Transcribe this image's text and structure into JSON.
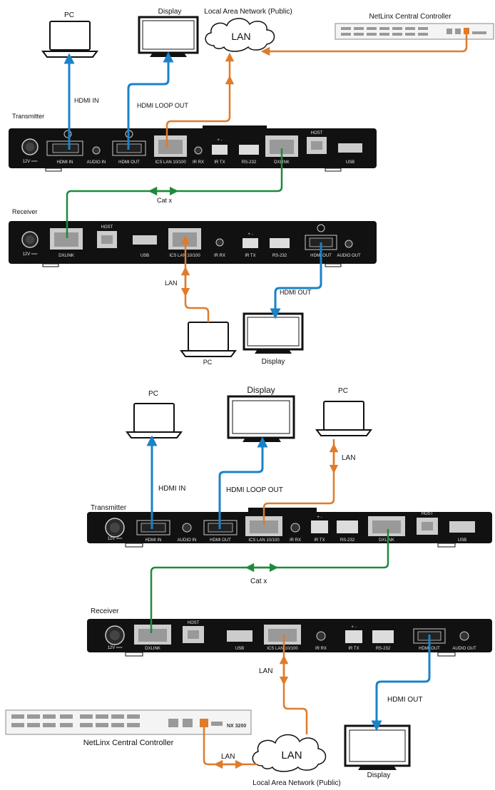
{
  "top": {
    "pc_label": "PC",
    "display_label": "Display",
    "lan_network_label": "Local Area Network (Public)",
    "lan_cloud_label": "LAN",
    "controller_label": "NetLinx Central Controller",
    "hdmi_in_label": "HDMI IN",
    "hdmi_loop_out_label": "HDMI LOOP OUT",
    "transmitter_label": "Transmitter",
    "receiver_label": "Receiver",
    "catx_label": "Cat x",
    "lan_label": "LAN",
    "hdmi_out_label": "HDMI OUT",
    "pc2_label": "PC",
    "display2_label": "Display"
  },
  "bottom": {
    "pc_label": "PC",
    "display_label": "Display",
    "pc2_label": "PC",
    "hdmi_in_label": "HDMI IN",
    "hdmi_loop_out_label": "HDMI LOOP OUT",
    "lan_label": "LAN",
    "transmitter_label": "Transmitter",
    "receiver_label": "Receiver",
    "catx_label": "Cat x",
    "lan2_label": "LAN",
    "hdmi_out_label": "HDMI OUT",
    "controller_label": "NetLinx Central Controller",
    "lan3_label": "LAN",
    "lan_cloud_label": "LAN",
    "lan_network_label": "Local Area Network (Public)",
    "display2_label": "Display",
    "controller_model": "NX 3200"
  },
  "ports": {
    "power": "12V ══",
    "hdmi_in": "HDMI IN",
    "audio_in": "AUDIO IN",
    "hdmi_out": "HDMI OUT",
    "ics_lan": "ICS LAN 10/100",
    "ir_rx": "IR RX",
    "ir_tx": "IR TX",
    "ir_tx_polarity": "+ -",
    "rs232": "RS-232",
    "dxlink": "DXLINK",
    "host": "HOST",
    "usb": "USB",
    "audio_out": "AUDIO OUT"
  },
  "colors": {
    "hdmi": "#1a82c8",
    "lan": "#e07b2a",
    "catx": "#1e8a3c",
    "device": "#111111"
  }
}
